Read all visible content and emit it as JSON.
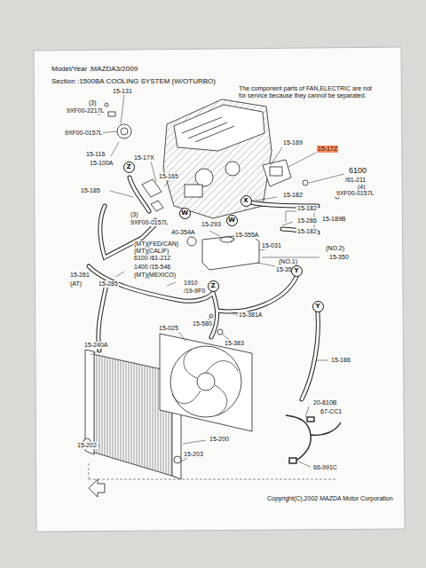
{
  "diagram": {
    "nodes": [
      {
        "text": [
          "Z"
        ]
      },
      {
        "text": [
          "X"
        ]
      },
      {
        "text": [
          "W"
        ]
      },
      {
        "text": [
          "W"
        ]
      },
      {
        "text": [
          "Y"
        ]
      },
      {
        "text": [
          "Z"
        ]
      },
      {
        "text": [
          "Y"
        ]
      }
    ],
    "labels": [
      "Model/Year :MAZDA3/2009",
      "Section :1500BA COOLING SYSTEM (W/OTURBO)",
      "The component parts of FAN,ELECTRIC are not for service because they cannot be separated.",
      "(3)",
      "9XF00-2217L",
      "15-131",
      "9XF00-0157L",
      "15-116",
      "15-100A",
      "15-17X",
      "15-165",
      "15-185",
      "(3)",
      "9XF00-0157L",
      "15-169",
      "15-17Z",
      "6100",
      "/61-211",
      "(4)",
      "9XF00-0157L",
      "15-182",
      "15-182",
      "15-286",
      "15-189B",
      "15-182",
      "15-293",
      "40-354A",
      "15-355A",
      "(MT)(FED/CAN)",
      "15-031",
      "(MT)(CALIF)",
      "6100 /61-212",
      "(NO.2)",
      "15-350",
      "(NO.1)",
      "15-350",
      "1400 /15-546",
      "(MT)(MEXICO)",
      "15-261",
      "(AT)",
      "15-285",
      "1910",
      "/19-9F0",
      "15-381A",
      "15-580",
      "15-025",
      "15-383",
      "15-240A",
      "15-186",
      "20-810B",
      "67-CC1",
      "15-200",
      "15-202",
      "15-203",
      "66-991C",
      "Copyright(C),2002 MAZDA Motor Corporation"
    ]
  }
}
